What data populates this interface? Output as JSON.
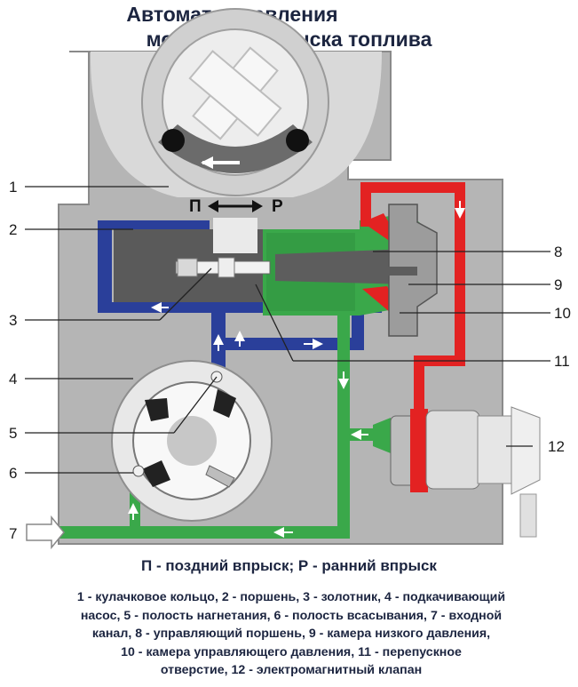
{
  "title": {
    "line1": "Автомат управления",
    "line2": "моментом впрыска топлива"
  },
  "direction": {
    "late": "П",
    "early": "Р"
  },
  "callouts": [
    "1",
    "2",
    "3",
    "4",
    "5",
    "6",
    "7",
    "8",
    "9",
    "10",
    "11",
    "12"
  ],
  "legend": "П - поздний впрыск;  Р - ранний впрыск",
  "caption": [
    "1 - кулачковое кольцо, 2 - поршень, 3 - золотник, 4 - подкачивающий",
    "насос, 5 - полость нагнетания,  6 - полость всасывания, 7 - входной",
    "канал, 8 - управляющий поршень, 9 - камера низкого давления,",
    "10 - камера управляющего давления, 11 - перепускное",
    "отверстие, 12 - электромагнитный клапан"
  ],
  "colors": {
    "housing": "#b3b3b3",
    "housing_light": "#d6d6d6",
    "high_pressure": "#2a3f9a",
    "low_pressure": "#3aa84a",
    "control_pressure": "#e32222",
    "text": "#1c2540"
  },
  "icons": [
    "double-arrow-icon",
    "flow-arrow-icon",
    "inlet-arrow-icon"
  ]
}
